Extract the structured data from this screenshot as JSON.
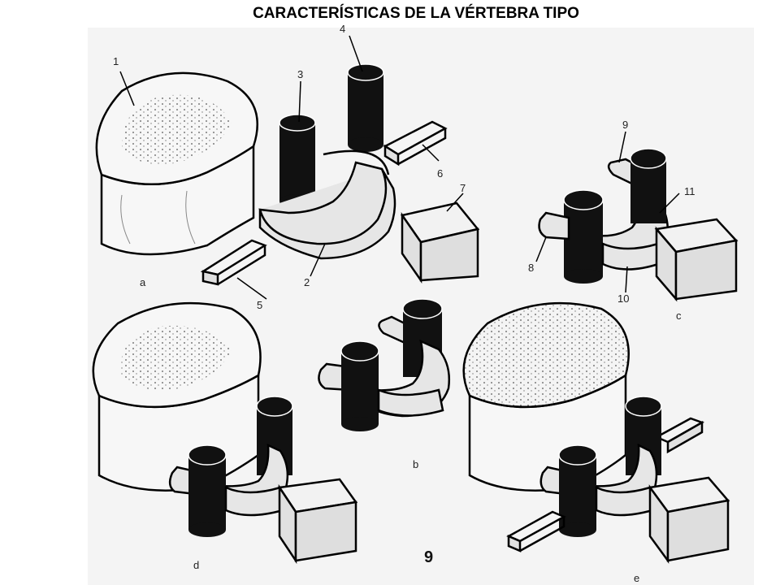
{
  "title": "CARACTERÍSTICAS DE LA VÉRTEBRA TIPO",
  "figure_number": "9",
  "panel_labels": {
    "a": "a",
    "b": "b",
    "c": "c",
    "d": "d",
    "e": "e"
  },
  "part_numbers": {
    "n1": "1",
    "n2": "2",
    "n3": "3",
    "n4": "4",
    "n5": "5",
    "n6": "6",
    "n7": "7",
    "n8": "8",
    "n9": "9",
    "n10": "10",
    "n11": "11"
  },
  "colors": {
    "dark": "#111111",
    "light": "#e6e6e6",
    "body": "#f7f7f7",
    "stroke": "#000000"
  }
}
